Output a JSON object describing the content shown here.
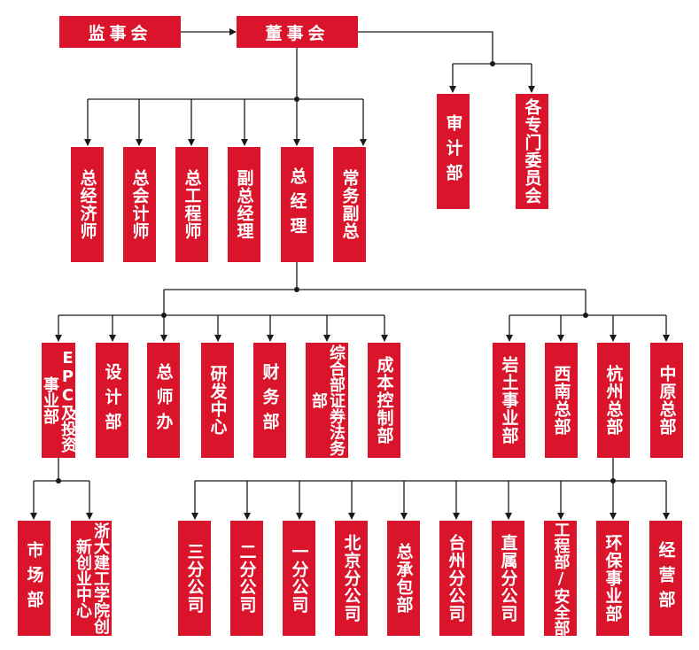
{
  "nodes": {
    "supervisory": "监事会",
    "board": "董事会",
    "audit": "审计部",
    "committees": "各专门委员会",
    "chief_economist": "总经济师",
    "chief_accountant": "总会计师",
    "chief_engineer": "总工程师",
    "deputy_gm": "副总经理",
    "gm": "总经理",
    "executive_deputy": "常务副总",
    "epc": "EPC及投资事业部",
    "design": "设计部",
    "gm_office": "总师办",
    "rd": "研发中心",
    "finance": "财务部",
    "securities": "综合部证券法务部",
    "cost": "成本控制部",
    "geotech": "岩土事业部",
    "southwest": "西南总部",
    "hangzhou": "杭州总部",
    "central": "中原总部",
    "market": "市场部",
    "innovation": "浙大建工学院创新创业中心",
    "b1": "三分公司",
    "b2": "二分公司",
    "b3": "一分公司",
    "b4": "北京分公司",
    "b5": "总承包部",
    "b6": "台州分公司",
    "b7": "直属分公司",
    "b8": "工程部/安全部",
    "b9": "环保事业部",
    "b10": "经营部"
  },
  "colors": {
    "box": "#d9142b",
    "text": "#ffffff",
    "line": "#1a1a1a"
  }
}
